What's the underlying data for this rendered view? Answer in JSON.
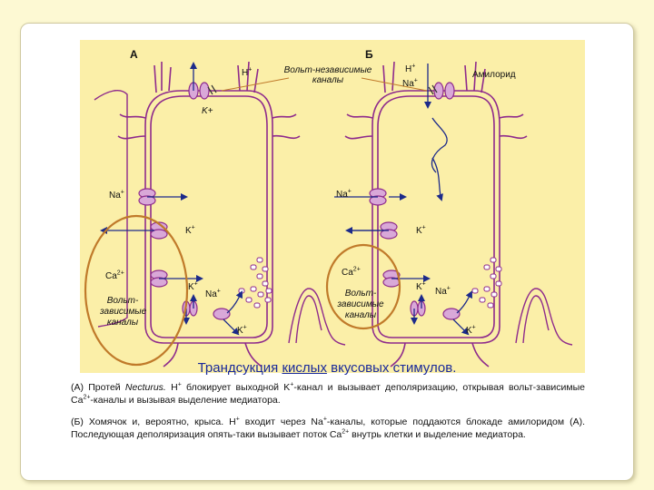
{
  "panel_a": {
    "letter": "А",
    "h_top": "H",
    "k_apical": "K+",
    "na": "Na",
    "k_mid": "K",
    "ca": "Ca",
    "k_low": "K",
    "na_low": "Na",
    "k_bottom": "K",
    "volt_channels": "Вольт-зависимые каналы"
  },
  "panel_b": {
    "letter": "Б",
    "h_top": "H",
    "na_top": "Na",
    "amiloride": "Амилорид",
    "na": "Na",
    "k_mid": "K",
    "ca": "Ca",
    "k_low": "K",
    "na_low": "Na",
    "k_bottom": "K",
    "volt_channels": "Вольт-зависимые каналы"
  },
  "center_label": "Вольт-независимые каналы",
  "plus": "+",
  "two_plus": "2+",
  "caption": {
    "pre": "Трандсукция ",
    "underlined": "кислых",
    "post": " вкусовых стимулов."
  },
  "para_a": {
    "p1": "(А) Протей ",
    "necturus": "Necturus.",
    "p2": " H",
    "p3": " блокирует выходной K",
    "p4": "-канал и вызывает деполяризацию, открывая вольт-зависимые Ca",
    "p5": "-каналы и вызывая выделение медиатора."
  },
  "para_b": {
    "p1": "(Б) Хомячок и, вероятно, крыса. H",
    "p2": " входит через Na",
    "p3": "-каналы, которые поддаются блокаде амилоридом (А). Последующая деполяризация опять-таки вызывает поток Ca",
    "p4": " внутрь клетки и выделение медиатора."
  },
  "colors": {
    "membrane": "#8e2a8c",
    "channel_fill": "#d9a8d8",
    "arrow": "#1c2a8a",
    "circle": "#c07a2a",
    "panel_bg": "#fbefa8",
    "caption": "#1a2a9a"
  }
}
